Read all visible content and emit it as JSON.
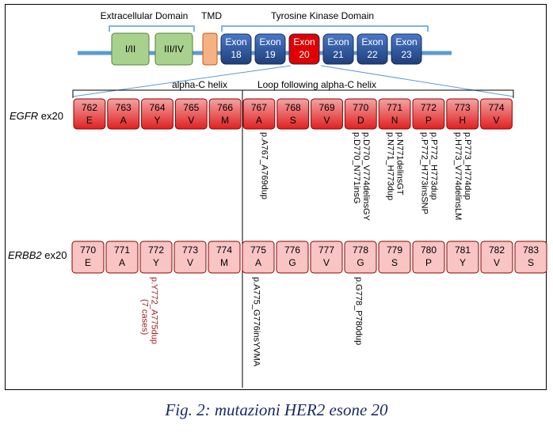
{
  "domain_bar": {
    "labels": {
      "extracellular": "Extracellular Domain",
      "tmd": "TMD",
      "tkd": "Tyrosine Kinase Domain"
    },
    "green_boxes": [
      "I/II",
      "III/IV"
    ],
    "exons": [
      {
        "label": "Exon\n18",
        "highlight": false
      },
      {
        "label": "Exon\n19",
        "highlight": false
      },
      {
        "label": "Exon\n20",
        "highlight": true
      },
      {
        "label": "Exon\n21",
        "highlight": false
      },
      {
        "label": "Exon\n22",
        "highlight": false
      },
      {
        "label": "Exon\n23",
        "highlight": false
      }
    ]
  },
  "regions": {
    "alpha_c": "alpha-C helix",
    "loop": "Loop following alpha-C helix"
  },
  "egfr": {
    "label_gene": "EGFR",
    "label_suffix": " ex20",
    "residues": [
      {
        "num": "762",
        "aa": "E"
      },
      {
        "num": "763",
        "aa": "A"
      },
      {
        "num": "764",
        "aa": "Y"
      },
      {
        "num": "765",
        "aa": "V"
      },
      {
        "num": "766",
        "aa": "M"
      },
      {
        "num": "767",
        "aa": "A"
      },
      {
        "num": "768",
        "aa": "S"
      },
      {
        "num": "769",
        "aa": "V"
      },
      {
        "num": "770",
        "aa": "D"
      },
      {
        "num": "771",
        "aa": "N"
      },
      {
        "num": "772",
        "aa": "P"
      },
      {
        "num": "773",
        "aa": "H"
      },
      {
        "num": "774",
        "aa": "V"
      }
    ],
    "mutations": [
      {
        "text": "p.A767_A769dup",
        "at": 5,
        "offset": 0
      },
      {
        "text": "p.D770_V774delinsGY",
        "at": 8,
        "offset": 0
      },
      {
        "text": "p.D770_N771insG",
        "at": 8,
        "offset": -1
      },
      {
        "text": "p.N771delinsGT",
        "at": 9,
        "offset": 0
      },
      {
        "text": "p.N771_H773dup",
        "at": 9,
        "offset": -1
      },
      {
        "text": "p.P772_H773dup",
        "at": 10,
        "offset": 0
      },
      {
        "text": "p.P772_H773insSNP",
        "at": 10,
        "offset": -1
      },
      {
        "text": "p.P773_H774dup",
        "at": 11,
        "offset": 0
      },
      {
        "text": "p.H773_V774delinsLM",
        "at": 11,
        "offset": -1
      }
    ]
  },
  "erbb2": {
    "label_gene": "ERBB2",
    "label_suffix": " ex20",
    "residues": [
      {
        "num": "770",
        "aa": "E"
      },
      {
        "num": "771",
        "aa": "A"
      },
      {
        "num": "772",
        "aa": "Y"
      },
      {
        "num": "773",
        "aa": "V"
      },
      {
        "num": "774",
        "aa": "M"
      },
      {
        "num": "775",
        "aa": "A"
      },
      {
        "num": "776",
        "aa": "G"
      },
      {
        "num": "777",
        "aa": "V"
      },
      {
        "num": "778",
        "aa": "G"
      },
      {
        "num": "779",
        "aa": "S"
      },
      {
        "num": "780",
        "aa": "P"
      },
      {
        "num": "781",
        "aa": "Y"
      },
      {
        "num": "782",
        "aa": "V"
      },
      {
        "num": "783",
        "aa": "S"
      }
    ],
    "mutations": [
      {
        "text": "p.Y772_A775dup",
        "sub": "(7 cases)",
        "at": 2,
        "color": "#9b1c1c"
      },
      {
        "text": "p.A775_G776insYVMA",
        "at": 5,
        "color": "#000000"
      },
      {
        "text": "p.G778_P780dup",
        "at": 8,
        "color": "#000000"
      }
    ]
  },
  "colors": {
    "backbone": "#5b9bd5",
    "green": "#a9d18e",
    "green_border": "#548235",
    "tmd": "#f4b183",
    "exon_blue": "#2f5597",
    "exon_red": "#e00000",
    "egfr_top": "#f4a3a3",
    "egfr_bottom": "#e02020",
    "erbb2_fill": "#f8c4c4",
    "mut_red": "#9b1c1c"
  },
  "caption": "Fig. 2: mutazioni HER2 esone 20"
}
